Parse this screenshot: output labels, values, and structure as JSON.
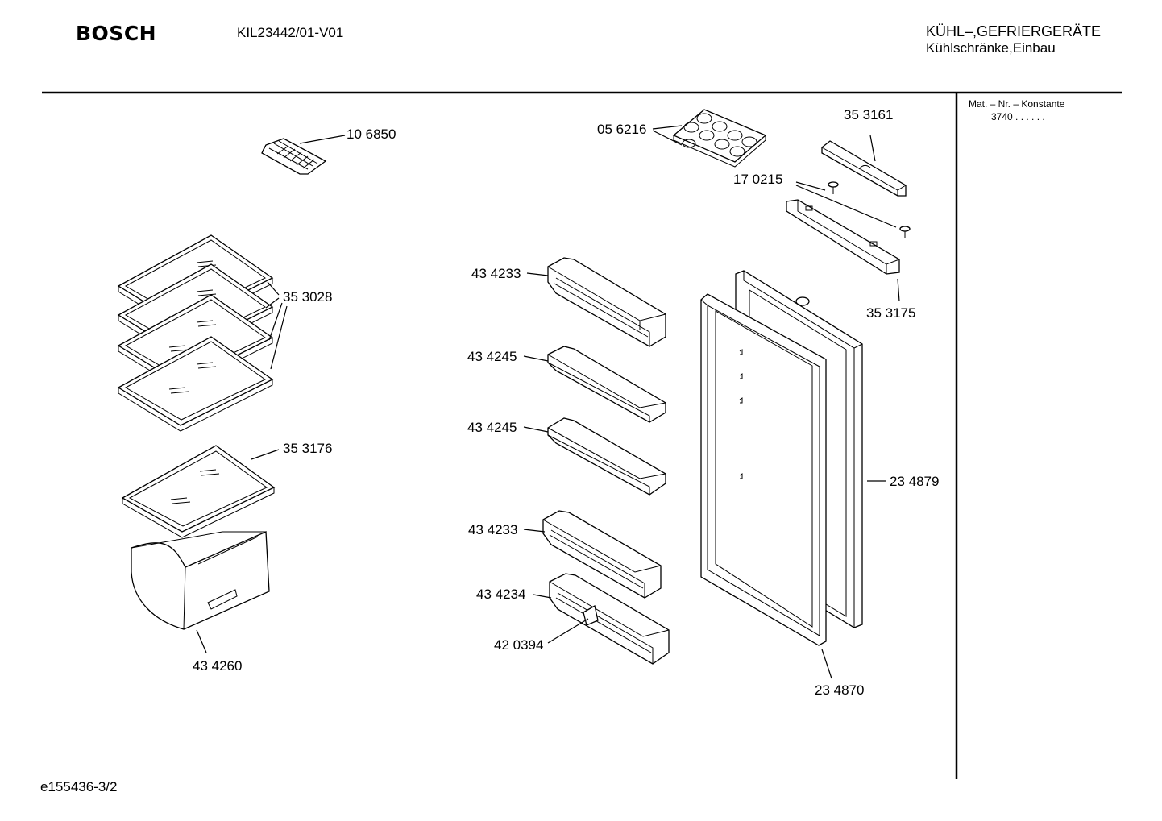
{
  "header": {
    "brand": "BOSCH",
    "model": "KIL23442/01-V01",
    "category_line1": "KÜHL–,GEFRIERGERÄTE",
    "category_line2": "Kühlschränke,Einbau"
  },
  "side_panel": {
    "label": "Mat. – Nr. – Konstante",
    "value": "3740 . .  . . . ."
  },
  "footer": {
    "drawing_id": "e155436-3/2"
  },
  "parts": [
    {
      "id": "p106850",
      "number": "10 6850",
      "name": "ice-cube-tray"
    },
    {
      "id": "p353028",
      "number": "35 3028",
      "name": "glass-shelf"
    },
    {
      "id": "p353176",
      "number": "35 3176",
      "name": "glass-shelf-bottom"
    },
    {
      "id": "p434260",
      "number": "43 4260",
      "name": "vegetable-drawer"
    },
    {
      "id": "p056216",
      "number": "05 6216",
      "name": "egg-tray"
    },
    {
      "id": "p353161",
      "number": "35 3161",
      "name": "cover-strip"
    },
    {
      "id": "p170215",
      "number": "17 0215",
      "name": "screw"
    },
    {
      "id": "p353175",
      "number": "35 3175",
      "name": "hinge-bracket"
    },
    {
      "id": "p434233a",
      "number": "43 4233",
      "name": "door-shelf-top"
    },
    {
      "id": "p434245a",
      "number": "43 4245",
      "name": "door-shelf"
    },
    {
      "id": "p434245b",
      "number": "43 4245",
      "name": "door-shelf"
    },
    {
      "id": "p434233b",
      "number": "43 4233",
      "name": "door-shelf"
    },
    {
      "id": "p434234",
      "number": "43 4234",
      "name": "bottle-shelf"
    },
    {
      "id": "p420394",
      "number": "42 0394",
      "name": "bottle-holder"
    },
    {
      "id": "p234879",
      "number": "23 4879",
      "name": "door"
    },
    {
      "id": "p234870",
      "number": "23 4870",
      "name": "door-seal"
    }
  ]
}
